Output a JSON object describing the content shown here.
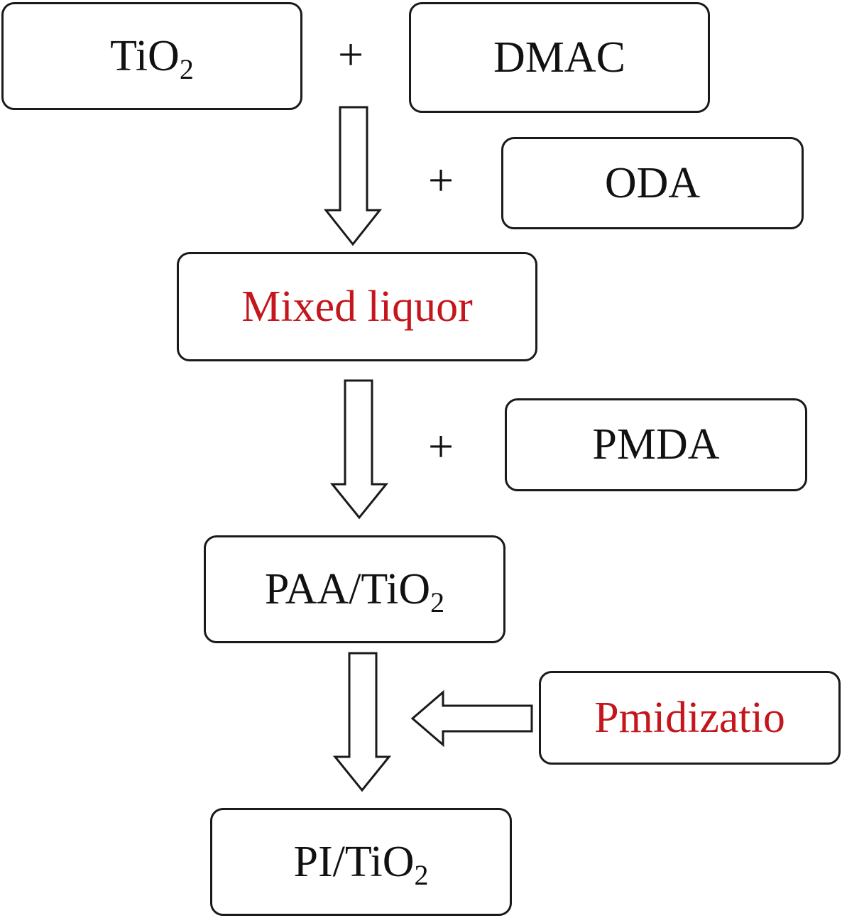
{
  "nodes": {
    "tio2": {
      "main": "TiO",
      "sub": "2"
    },
    "dmac": {
      "label": "DMAC"
    },
    "oda": {
      "label": "ODA"
    },
    "mixed": {
      "label": "Mixed liquor"
    },
    "pmda": {
      "label": "PMDA"
    },
    "paa": {
      "main": "PAA/TiO",
      "sub": "2"
    },
    "imid": {
      "label": "Pmidizatio"
    },
    "pi": {
      "main": "PI/TiO",
      "sub": "2"
    }
  },
  "operators": {
    "plus_top": "+",
    "plus_oda": "+",
    "plus_pmda": "+"
  },
  "colors": {
    "highlight": "#c4161c",
    "text": "#111111",
    "stroke": "#1a1a1a"
  }
}
